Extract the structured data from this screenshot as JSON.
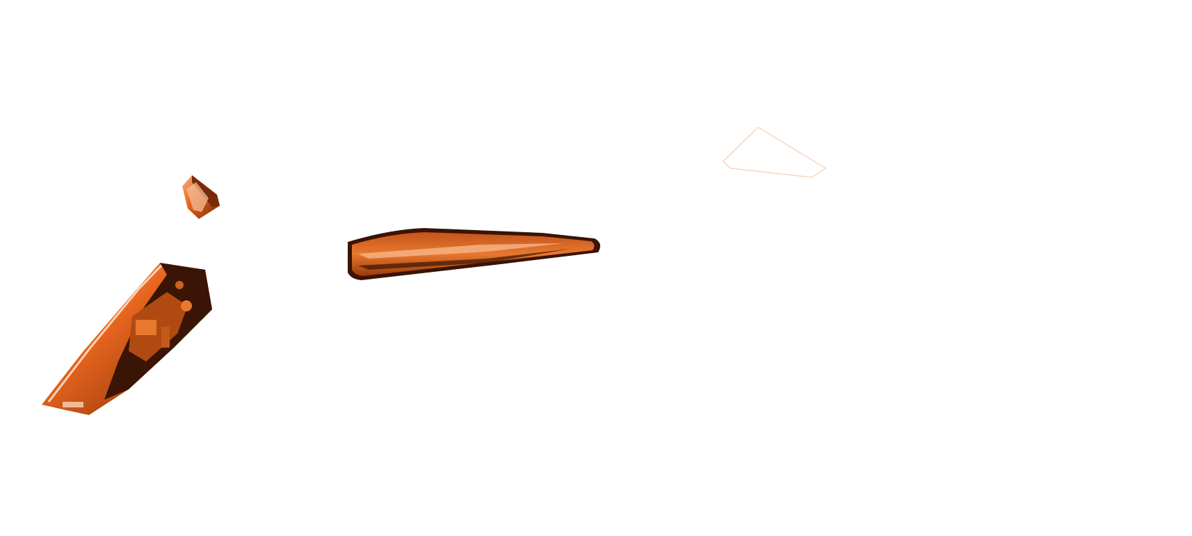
{
  "scene": {
    "background": "#ffffff",
    "colors": {
      "primary_orange": "#e8661e",
      "dark_brown": "#3a1404",
      "highlight": "#f7b58a",
      "outline": "#f2c3a6"
    },
    "parts": [
      {
        "name": "small-bracket"
      },
      {
        "name": "headlight-housing"
      },
      {
        "name": "side-trim-strip"
      },
      {
        "name": "faint-triangle-outline"
      }
    ]
  }
}
